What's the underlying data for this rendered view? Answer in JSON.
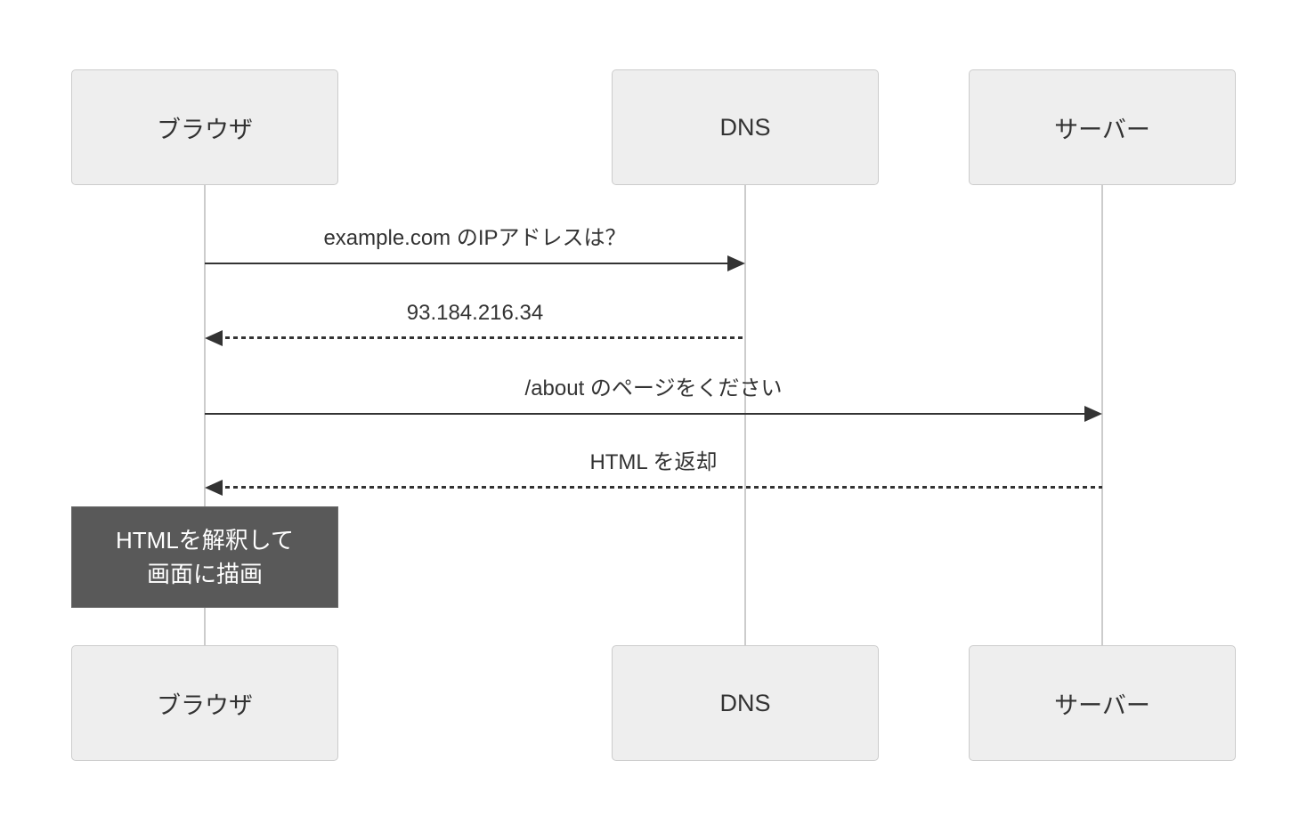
{
  "diagram": {
    "type": "sequence-diagram",
    "background": "#ffffff",
    "actors": [
      {
        "id": "browser",
        "label": "ブラウザ"
      },
      {
        "id": "dns",
        "label": "DNS"
      },
      {
        "id": "server",
        "label": "サーバー"
      }
    ],
    "messages": [
      {
        "from": "ブラウザ",
        "to": "DNS",
        "label": "example.com のIPアドレスは？",
        "line_style": "solid",
        "direction": "right"
      },
      {
        "from": "DNS",
        "to": "ブラウザ",
        "label": "93.184.216.34",
        "line_style": "dashed",
        "direction": "left"
      },
      {
        "from": "ブラウザ",
        "to": "サーバー",
        "label": "/about のページをください",
        "line_style": "solid",
        "direction": "right"
      },
      {
        "from": "サーバー",
        "to": "ブラウザ",
        "label": "HTML を返却",
        "line_style": "dashed",
        "direction": "left"
      }
    ],
    "note": {
      "over": "ブラウザ",
      "lines": [
        "HTMLを解釈して",
        "画面に描画"
      ]
    },
    "colors": {
      "actor_fill": "#eeeeee",
      "actor_border": "#cccccc",
      "lifeline": "#cccccc",
      "arrow": "#333333",
      "message_text": "#333333",
      "note_fill": "#595959",
      "note_text": "#ffffff"
    }
  }
}
